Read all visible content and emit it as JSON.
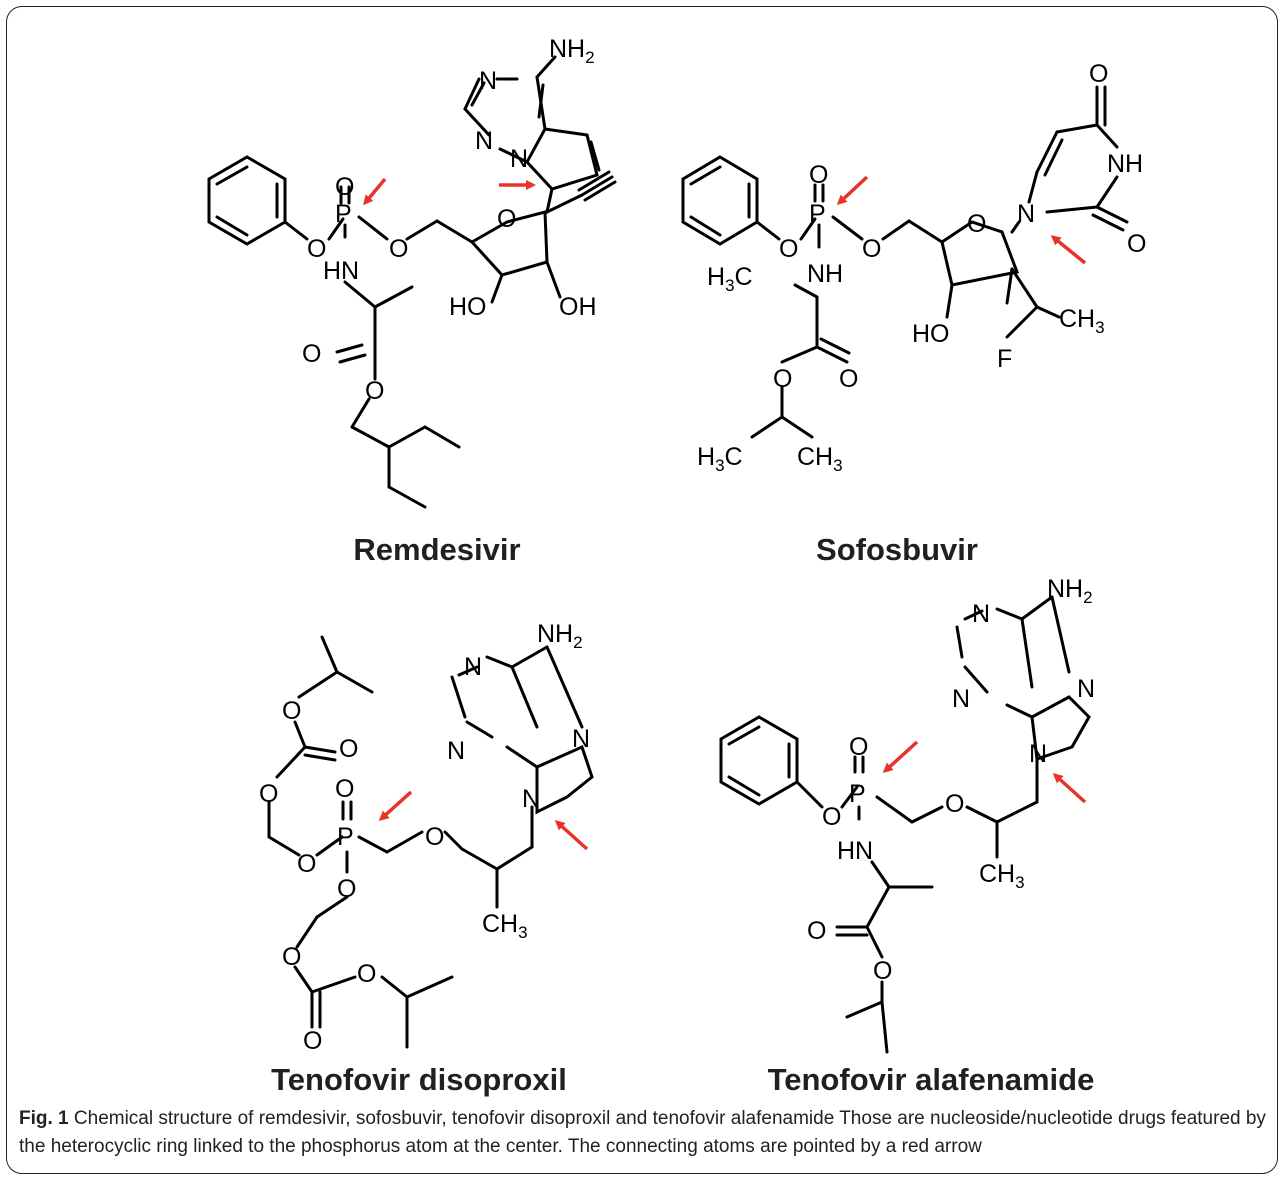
{
  "figure": {
    "compounds": [
      {
        "name": "Remdesivir"
      },
      {
        "name": "Sofosbuvir"
      },
      {
        "name": "Tenofovir disoproxil"
      },
      {
        "name": "Tenofovir alafenamide"
      }
    ],
    "atoms": {
      "O": "O",
      "P": "P",
      "N": "N",
      "F": "F",
      "NH": "NH",
      "HN": "HN",
      "HO": "HO",
      "OH": "OH",
      "NH2_main": "NH",
      "NH2_sub": "2",
      "CH3_main": "CH",
      "CH3_sub": "3",
      "H3C_H": "H",
      "H3C_sub": "3",
      "H3C_C": "C"
    },
    "arrow_color": "#e8332a"
  },
  "caption": {
    "label": "Fig. 1",
    "text": " Chemical structure of remdesivir, sofosbuvir, tenofovir disoproxil and tenofovir alafenamide Those are nucleoside/nucleotide drugs featured by the heterocyclic ring linked to the phosphorus atom at the center. The connecting atoms are pointed by a red arrow"
  }
}
